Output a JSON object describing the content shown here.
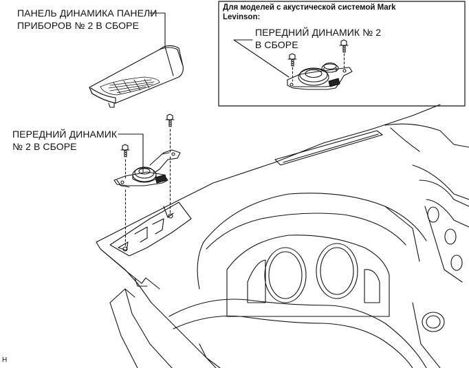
{
  "labels": {
    "panel_line1": "ПАНЕЛЬ ДИНАМИКА ПАНЕЛИ",
    "panel_line2": "ПРИБОРОВ № 2 В СБОРЕ",
    "speaker_line1": "ПЕРЕДНИЙ ДИНАМИК",
    "speaker_line2": "№ 2 В СБОРЕ"
  },
  "inset": {
    "title_line1": "Для моделей с акустической системой Mark",
    "title_line2": "Levinson:",
    "speaker_line1": "ПЕРЕДНИЙ ДИНАМИК № 2",
    "speaker_line2": "В СБОРЕ"
  },
  "corner_mark": "H"
}
